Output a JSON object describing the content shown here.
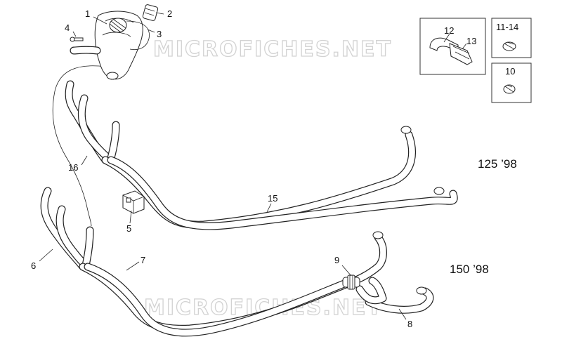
{
  "watermarks": [
    "MICROFICHES.NET",
    "MICROFICHES.NET"
  ],
  "callouts": {
    "c1": "1",
    "c2": "2",
    "c3": "3",
    "c4": "4",
    "c5": "5",
    "c6": "6",
    "c7": "7",
    "c8": "8",
    "c9": "9",
    "c10": "10",
    "c12": "12",
    "c13": "13",
    "c16": "16",
    "c15": "15",
    "c11_14": "11-14"
  },
  "variants": {
    "upper": "125 ’98",
    "lower": "150 ’98"
  }
}
